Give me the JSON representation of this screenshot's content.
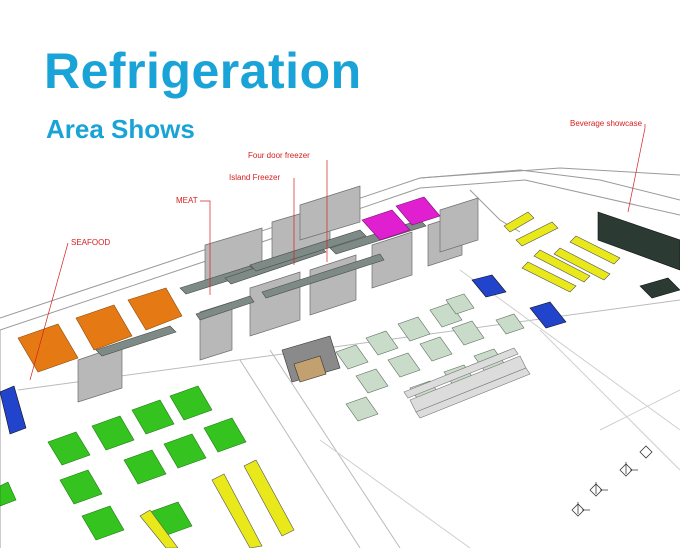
{
  "title": "Refrigeration",
  "subtitle": "Area Shows",
  "callouts": {
    "four_door_freezer": "Four door freezer",
    "island_freezer": "Island Freezer",
    "meat": "MEAT",
    "seafood": "SEAFOOD",
    "beverage_showcase": "Beverage showcase"
  },
  "colors": {
    "title": "#1aa3d6",
    "callout": "#d62020",
    "seafood_pads": "#e57a14",
    "magenta_pads": "#e020d0",
    "produce_tiles": "#35c41f",
    "yellow_fixtures": "#e8e81a",
    "blue_fixtures": "#2244cc",
    "grey_tiles": "#c9dcc9"
  }
}
